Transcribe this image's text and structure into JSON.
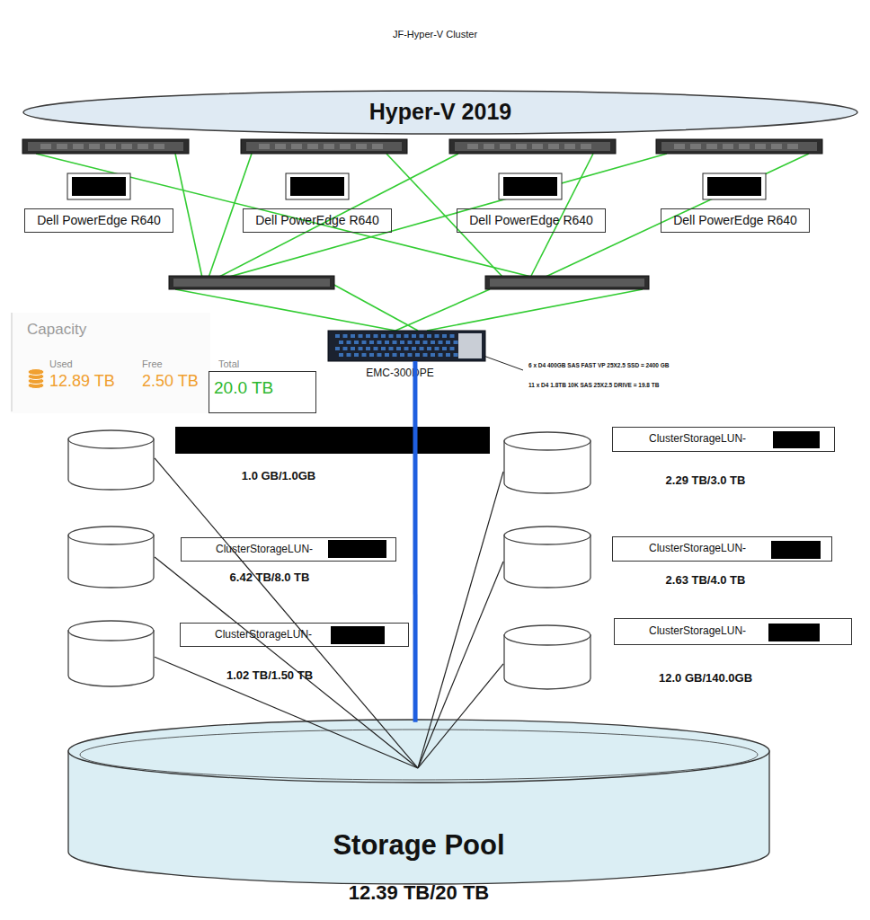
{
  "diagram": {
    "title": "JF-Hyper-V Cluster",
    "nodes": [
      {
        "text": [
          "Hyper-V 2019"
        ]
      },
      {
        "text": [
          "Dell PowerEdge R640"
        ]
      },
      {
        "text": [
          "Dell PowerEdge R640"
        ]
      },
      {
        "text": [
          "Dell PowerEdge R640"
        ]
      },
      {
        "text": [
          "Dell PowerEdge R640"
        ]
      },
      {
        "text": [
          "20.0 TB"
        ]
      },
      {
        "text": [
          "EMC-300DPE"
        ]
      },
      {
        "text": [
          "1.0 GB/1.0GB"
        ]
      },
      {
        "text": [
          "ClusterStorageLUN-",
          "2.29 TB/3.0 TB"
        ]
      },
      {
        "text": [
          "ClusterStorageLUN-",
          "6.42 TB/8.0 TB"
        ]
      },
      {
        "text": [
          "ClusterStorageLUN-",
          "2.63 TB/4.0 TB"
        ]
      },
      {
        "text": [
          "ClusterStorageLUN-",
          "1.02 TB/1.50 TB"
        ]
      },
      {
        "text": [
          "ClusterStorageLUN-",
          "12.0 GB/140.0GB"
        ]
      },
      {
        "text": [
          "Storage Pool",
          "12.39 TB/20 TB"
        ]
      }
    ],
    "edges": [
      {
        "from": 7,
        "to": 13,
        "arrow": "none"
      },
      {
        "from": 8,
        "to": 13,
        "arrow": "none"
      },
      {
        "from": 9,
        "to": 13,
        "arrow": "none"
      },
      {
        "from": 10,
        "to": 13,
        "arrow": "none"
      },
      {
        "from": 11,
        "to": 13,
        "arrow": "none"
      },
      {
        "from": 12,
        "to": 13,
        "arrow": "none"
      },
      {
        "from": 6,
        "to": 13,
        "arrow": "none"
      }
    ],
    "labels": [
      "Capacity",
      "Used",
      "12.89 TB",
      "Free",
      "2.50 TB",
      "Total",
      "6 x D4 400GB SAS FAST VP 25X2.5 SSD = 2400 GB",
      "11 x D4 1.8TB 10K SAS 25X2.5 DRIVE = 19.8 TB"
    ]
  }
}
